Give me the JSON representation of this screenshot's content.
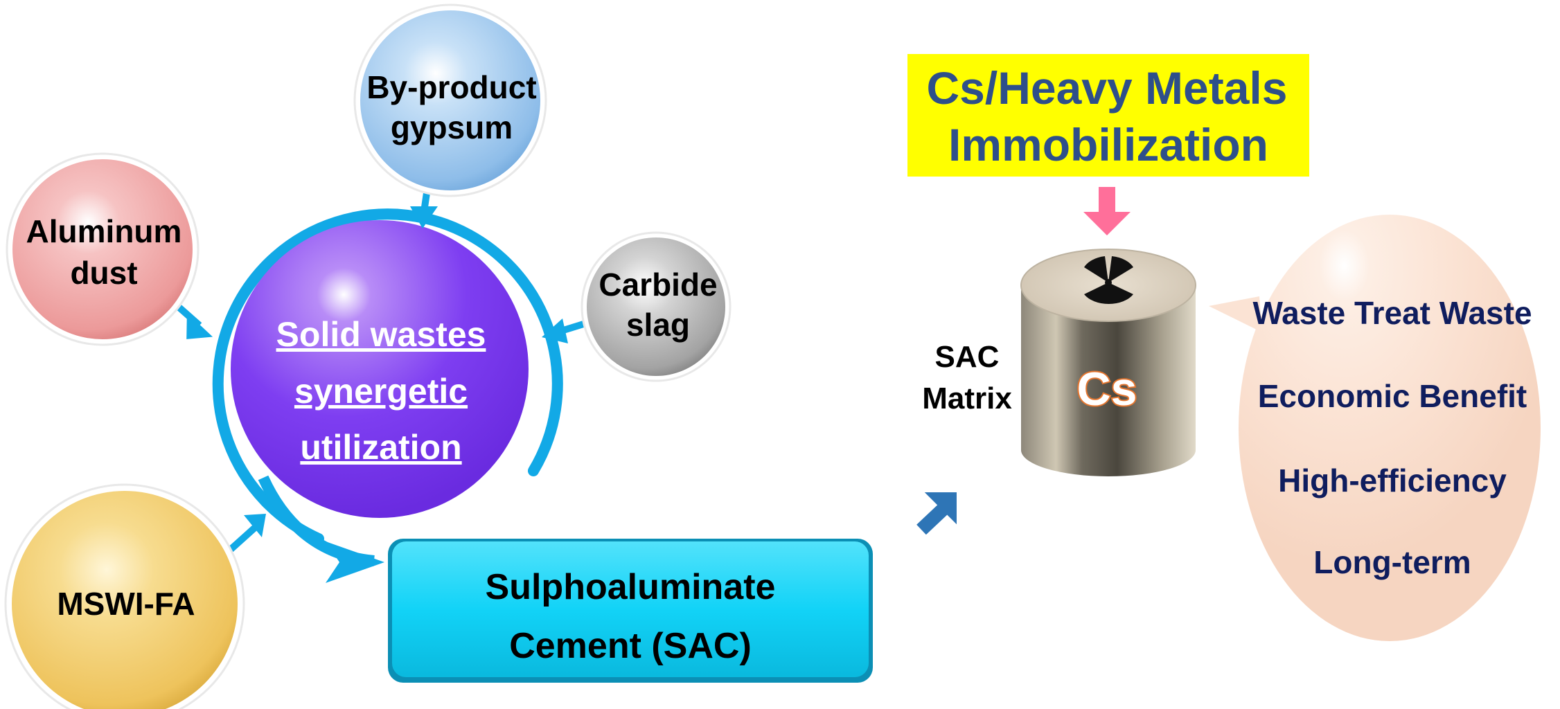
{
  "nodes": {
    "byproduct": {
      "line1": "By-product",
      "line2": "gypsum",
      "color": "#9cc8ef"
    },
    "aluminum": {
      "line1": "Aluminum",
      "line2": "dust",
      "color": "#f0a5a5"
    },
    "carbide": {
      "line1": "Carbide",
      "line2": "slag",
      "color": "#b3b3b3"
    },
    "mswi": {
      "line1": "MSWI-FA",
      "color": "#f0cd72"
    }
  },
  "center": {
    "line1": "Solid wastes",
    "line2": "synergetic",
    "line3": "utilization",
    "color": "#7b3df0",
    "ring_color": "#12a9e6"
  },
  "sac_box": {
    "line1": "Sulphoaluminate",
    "line2": "Cement (SAC)",
    "color": "#12d3f7"
  },
  "title_box": {
    "line1": "Cs/Heavy Metals",
    "line2": "Immobilization",
    "color": "#ffff00"
  },
  "cylinder": {
    "symbol": "Cs",
    "matrix_line1": "SAC",
    "matrix_line2": "Matrix",
    "symbol_icon": "radiation-icon"
  },
  "benefits": {
    "items": [
      "Waste Treat Waste",
      "Economic Benefit",
      "High-efficiency",
      "Long-term"
    ],
    "bubble_color": "#fbe3d4"
  }
}
